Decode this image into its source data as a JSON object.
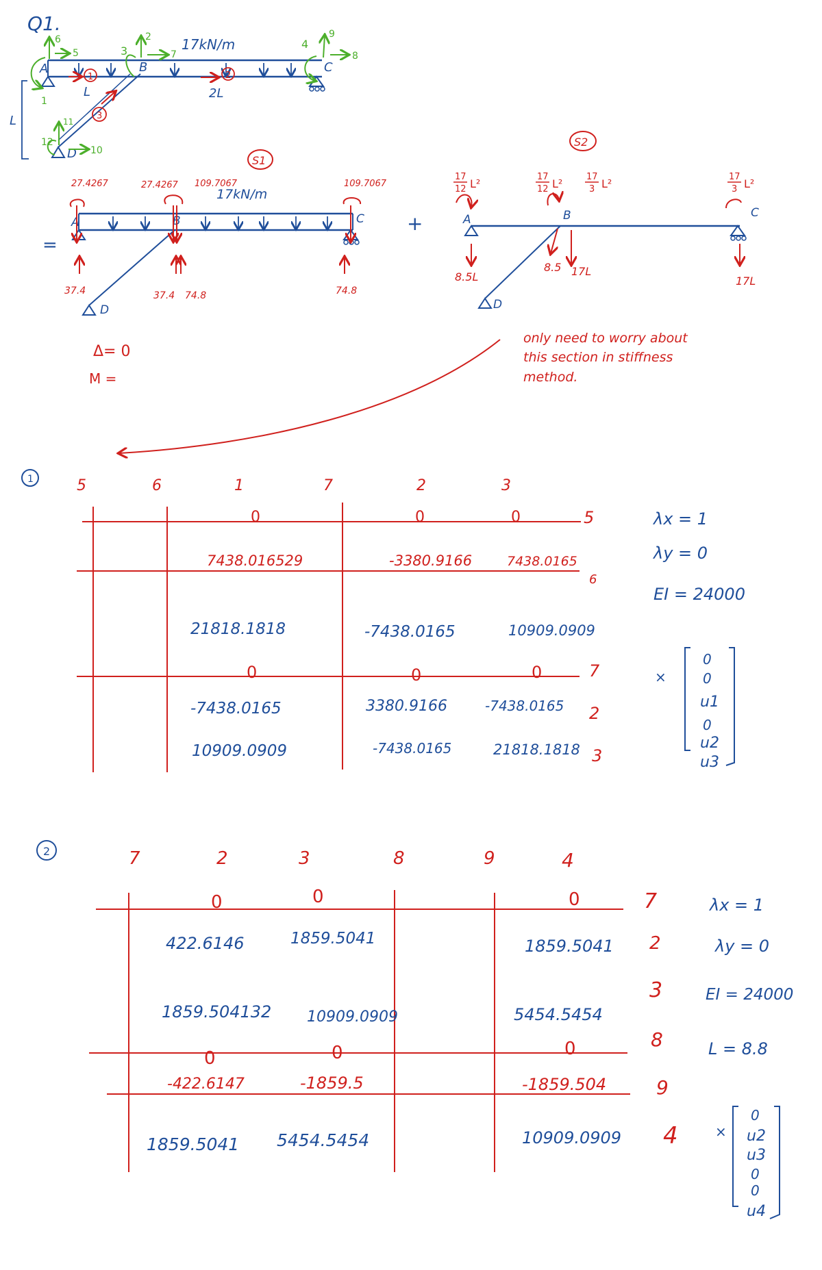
{
  "title": "Q1.",
  "top_diagram": {
    "load_label": "17kN/m",
    "len_AB": "L",
    "len_BC": "2L",
    "len_AD": "L",
    "nodes": {
      "A": "A",
      "B": "B",
      "C": "C",
      "D": "D"
    },
    "member_ids": [
      "1",
      "2",
      "3"
    ],
    "dof_labels": {
      "a_v": "6",
      "a_h": "5",
      "a_r": "1",
      "b_r": "3",
      "b_v": "2",
      "b_h": "7",
      "c_r": "4",
      "c_v": "9",
      "c_h": "8",
      "d_v": "11",
      "d_r": "12",
      "d_h": "10"
    }
  },
  "diagram_S1": {
    "label": "S1",
    "equals": "=",
    "load_label": "17kN/m",
    "moments": {
      "a": "27.4267",
      "b_left": "27.4267",
      "b_right": "109.7067",
      "c": "109.7067"
    },
    "reactions": {
      "a": "37.4",
      "b1": "37.4",
      "b2": "74.8",
      "c": "74.8"
    },
    "nodes": {
      "A": "A",
      "B": "B",
      "C": "C",
      "D": "D"
    },
    "notes": [
      "Δ= 0",
      "M ="
    ]
  },
  "plus": "+",
  "diagram_S2": {
    "label": "S2",
    "moment_labels": {
      "a_num": "17",
      "a_den": "12",
      "a_pow": "L²",
      "b1_num": "17",
      "b1_den": "12",
      "b1_pow": "L²",
      "b2_num": "17",
      "b2_den": "3",
      "b2_pow": "L²",
      "c_num": "17",
      "c_den": "3",
      "c_pow": "L²"
    },
    "reactions": {
      "a": "8.5L",
      "b1": "8.5",
      "b2": "17L",
      "c": "17L"
    },
    "nodes": {
      "A": "A",
      "B": "B",
      "C": "C",
      "D": "D"
    }
  },
  "note": {
    "lines": [
      "only need to worry about",
      "this section in stiffness",
      "method."
    ]
  },
  "matrix1": {
    "label": "1",
    "col_headers": [
      "5",
      "6",
      "1",
      "7",
      "2",
      "3"
    ],
    "row_labels": [
      "5",
      "6",
      "7",
      "2",
      "3"
    ],
    "zeros_row5": [
      "0",
      "0",
      "0"
    ],
    "row6": [
      "7438.016529",
      "-3380.9166",
      "7438.0165"
    ],
    "row1": [
      "21818.1818",
      "-7438.0165",
      "10909.0909"
    ],
    "zeros_row7": [
      "0",
      "0",
      "0"
    ],
    "row2": [
      "-7438.0165",
      "3380.9166",
      "-7438.0165"
    ],
    "row3": [
      "10909.0909",
      "-7438.0165",
      "21818.1818"
    ],
    "params": [
      "λx = 1",
      "λy = 0",
      "EI = 24000"
    ],
    "mult": "×",
    "vector": [
      "0",
      "0",
      "u1",
      "0",
      "u2",
      "u3"
    ]
  },
  "matrix2": {
    "label": "2",
    "col_headers": [
      "7",
      "2",
      "3",
      "8",
      "9",
      "4"
    ],
    "row_labels": [
      "7",
      "2",
      "3",
      "8",
      "9",
      "4"
    ],
    "zeros_row7": [
      "0",
      "0",
      "0"
    ],
    "row2": [
      "422.6146",
      "1859.5041",
      "1859.5041"
    ],
    "row3": [
      "1859.504132",
      "10909.0909",
      "5454.5454"
    ],
    "zeros_row8": [
      "0",
      "0",
      "0"
    ],
    "row9": [
      "-422.6147",
      "-1859.5",
      "-1859.504"
    ],
    "row4": [
      "1859.5041",
      "5454.5454",
      "10909.0909"
    ],
    "params": [
      "λx = 1",
      "λy = 0",
      "EI = 24000",
      "L = 8.8"
    ],
    "mult": "×",
    "vector": [
      "0",
      "u2",
      "u3",
      "0",
      "0",
      "u4"
    ]
  }
}
